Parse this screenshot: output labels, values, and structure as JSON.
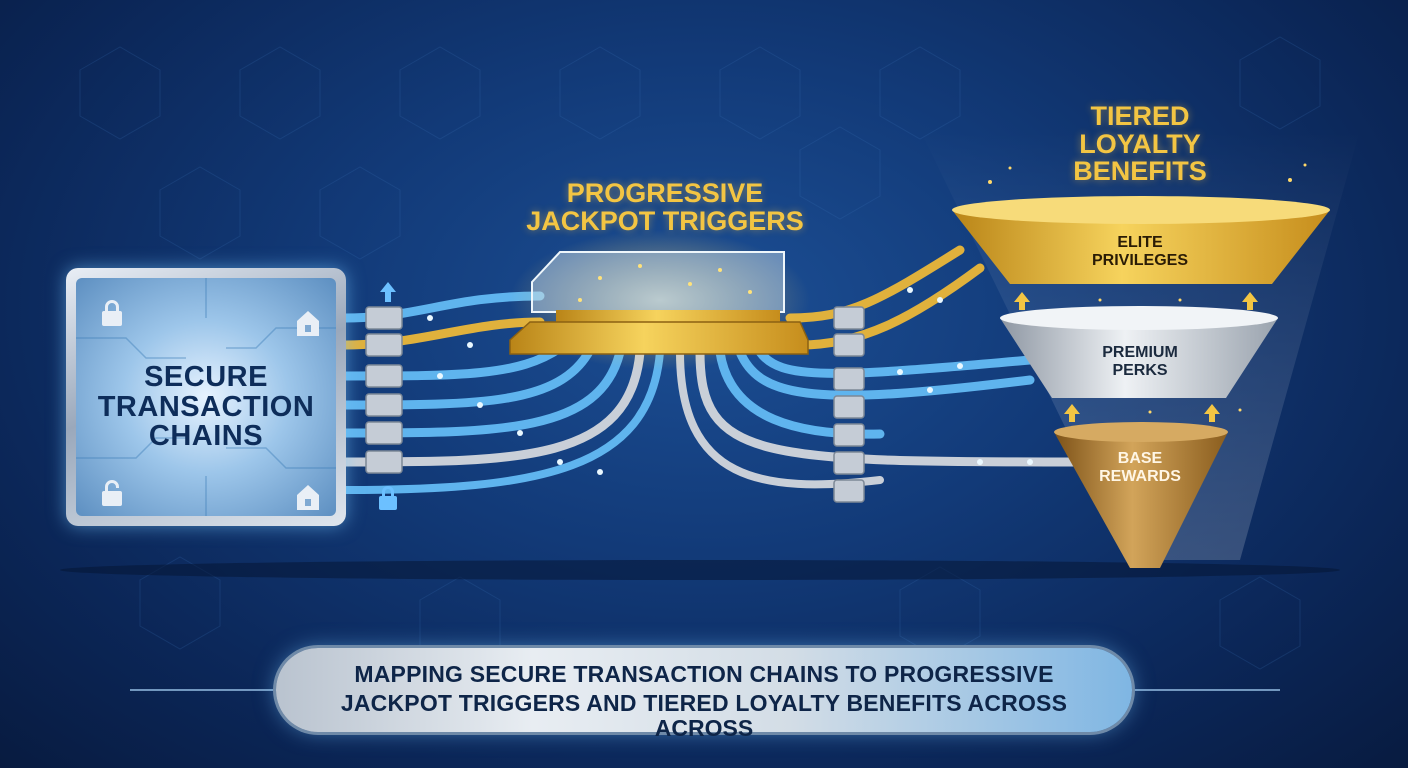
{
  "secure_box": {
    "title_line1": "SECURE",
    "title_line2": "TRANSACTION",
    "title_line3": "CHAINS",
    "icon": "padlock-icon"
  },
  "jackpot": {
    "title_line1": "PROGRESSIVE",
    "title_line2": "JACKPOT TRIGGERS"
  },
  "loyalty": {
    "title_line1": "TIERED",
    "title_line2": "LOYALTY",
    "title_line3": "BENEFITS",
    "tiers": [
      {
        "line1": "ELITE",
        "line2": "PRIVILEGES",
        "color": "#d9a625"
      },
      {
        "line1": "PREMIUM",
        "line2": "PERKS",
        "color": "#b7bec8"
      },
      {
        "line1": "BASE",
        "line2": "REWARDS",
        "color": "#a8772e"
      }
    ]
  },
  "caption": {
    "line1": "MAPPING SECURE TRANSACTION CHAINS TO PROGRESSIVE",
    "line2": "JACKPOT TRIGGERS AND TIERED LOYALTY BENEFITS ACROSS",
    "line3": "ACROSS"
  },
  "colors": {
    "gold": "#f3c543",
    "cable_blue": "#5fb4ee",
    "cable_gold": "#e0b13c",
    "cable_silver": "#c9cfd8",
    "background": "#123a78"
  }
}
